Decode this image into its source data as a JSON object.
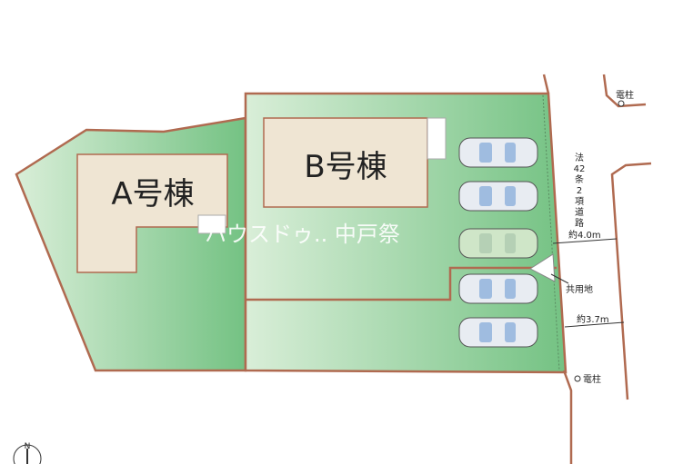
{
  "buildings": {
    "a": "A号棟",
    "b": "B号棟"
  },
  "watermark": "ハウスドゥ.. 中戸祭",
  "road": {
    "label_chars": [
      "法",
      "42",
      "条",
      "2",
      "項",
      "道",
      "路"
    ],
    "width_north": "約4.0m",
    "width_south": "約3.7m"
  },
  "shared_land": "共用地",
  "utility_pole": "電柱",
  "north_mark": "N",
  "colors": {
    "lot_green": "#7cc488",
    "boundary": "#b06a50",
    "building": "#efe5d3"
  }
}
